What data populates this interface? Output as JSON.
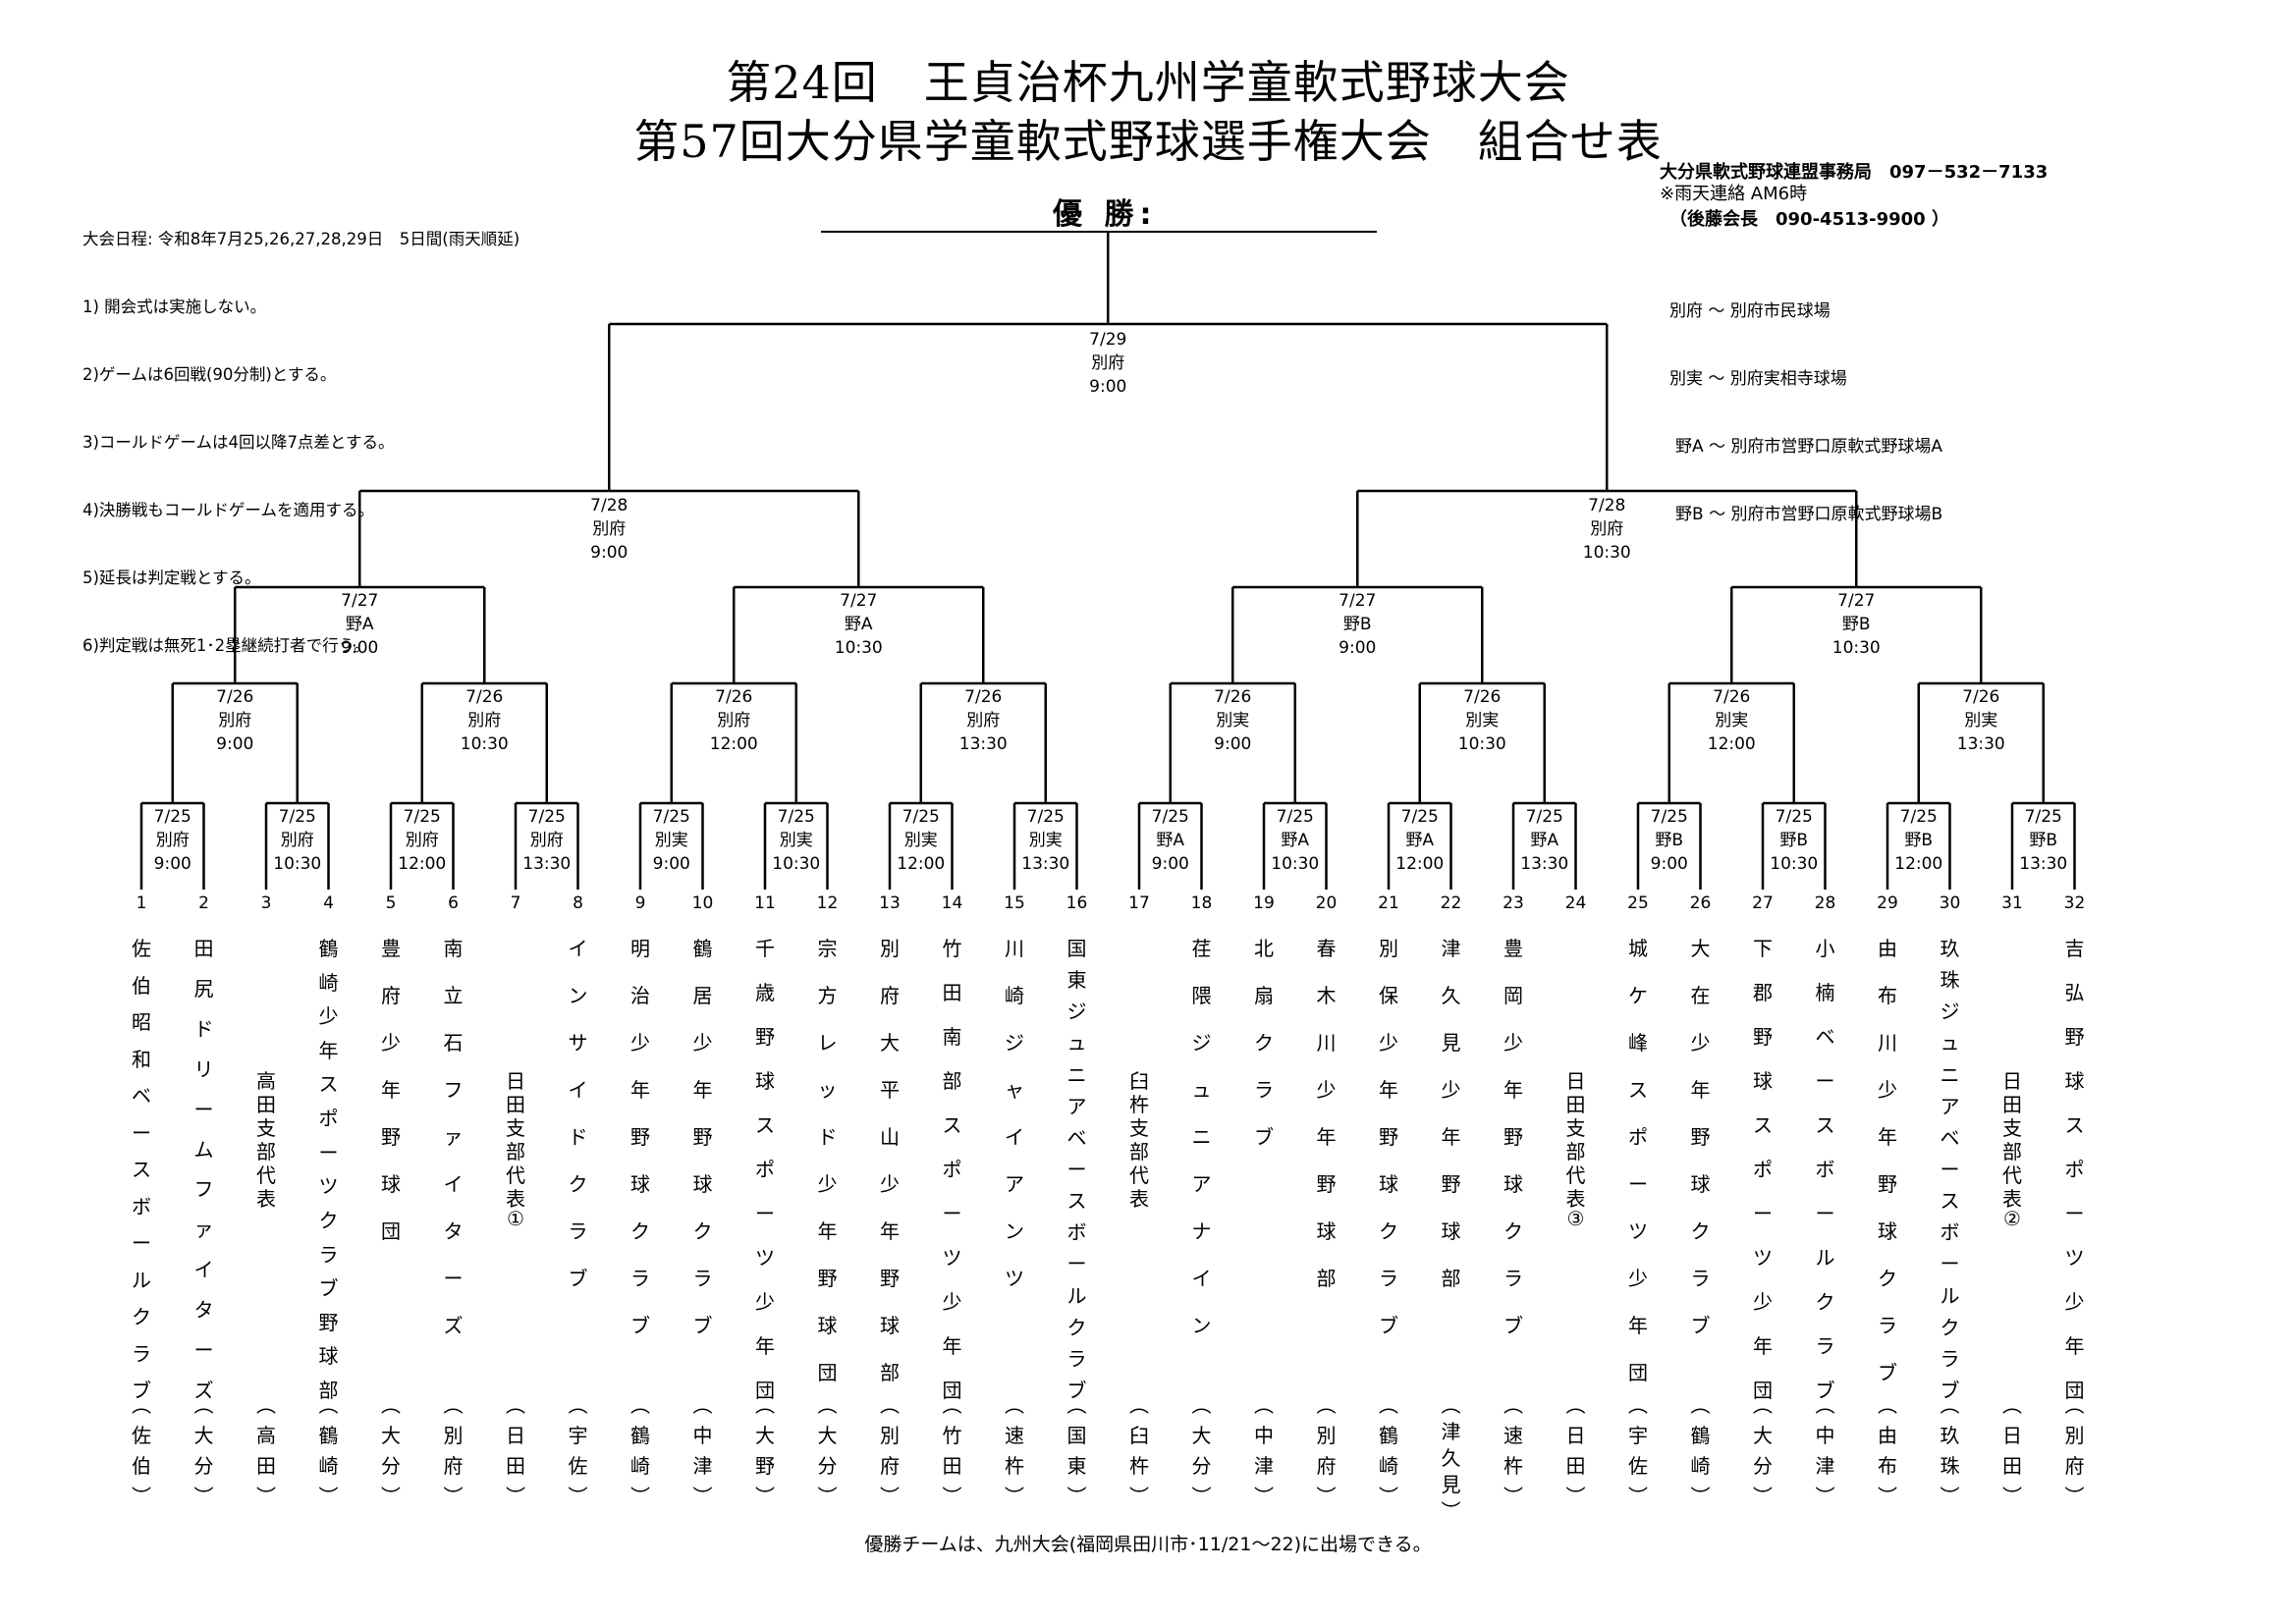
{
  "title": {
    "line1": "第24回　王貞治杯九州学童軟式野球大会",
    "line2": "第57回大分県学童軟式野球選手権大会　組合せ表"
  },
  "rules": [
    "大会日程: 令和8年7月25,26,27,28,29日　5日間(雨天順延)",
    "1) 開会式は実施しない。",
    "2)ゲームは6回戦(90分制)とする。",
    "3)コールドゲームは4回以降7点差とする。",
    "4)決勝戦もコールドゲームを適用する。",
    "5)延長は判定戦とする。",
    "6)判定戦は無死1･2塁継続打者で行う。"
  ],
  "contact": {
    "office": "大分県軟式野球連盟事務局　097－532－7133",
    "rain": "※雨天連絡 AM6時",
    "person": "（後藤会長　090-4513-9900 ）"
  },
  "venues": [
    "別府 ～ 別府市民球場",
    "別実 ～ 別府実相寺球場",
    "野A ～ 別府市営野口原軟式野球場A",
    "野B ～ 別府市営野口原軟式野球場B"
  ],
  "winner_label": "優 勝:",
  "footer": "優勝チームは、九州大会(福岡県田川市･11/21～22)に出場できる。",
  "round1": [
    {
      "date": "7/25",
      "venue": "別府",
      "time": "9:00"
    },
    {
      "date": "7/25",
      "venue": "別府",
      "time": "10:30"
    },
    {
      "date": "7/25",
      "venue": "別府",
      "time": "12:00"
    },
    {
      "date": "7/25",
      "venue": "別府",
      "time": "13:30"
    },
    {
      "date": "7/25",
      "venue": "別実",
      "time": "9:00"
    },
    {
      "date": "7/25",
      "venue": "別実",
      "time": "10:30"
    },
    {
      "date": "7/25",
      "venue": "別実",
      "time": "12:00"
    },
    {
      "date": "7/25",
      "venue": "別実",
      "time": "13:30"
    },
    {
      "date": "7/25",
      "venue": "野A",
      "time": "9:00"
    },
    {
      "date": "7/25",
      "venue": "野A",
      "time": "10:30"
    },
    {
      "date": "7/25",
      "venue": "野A",
      "time": "12:00"
    },
    {
      "date": "7/25",
      "venue": "野A",
      "time": "13:30"
    },
    {
      "date": "7/25",
      "venue": "野B",
      "time": "9:00"
    },
    {
      "date": "7/25",
      "venue": "野B",
      "time": "10:30"
    },
    {
      "date": "7/25",
      "venue": "野B",
      "time": "12:00"
    },
    {
      "date": "7/25",
      "venue": "野B",
      "time": "13:30"
    }
  ],
  "round2": [
    {
      "date": "7/26",
      "venue": "別府",
      "time": "9:00"
    },
    {
      "date": "7/26",
      "venue": "別府",
      "time": "10:30"
    },
    {
      "date": "7/26",
      "venue": "別府",
      "time": "12:00"
    },
    {
      "date": "7/26",
      "venue": "別府",
      "time": "13:30"
    },
    {
      "date": "7/26",
      "venue": "別実",
      "time": "9:00"
    },
    {
      "date": "7/26",
      "venue": "別実",
      "time": "10:30"
    },
    {
      "date": "7/26",
      "venue": "別実",
      "time": "12:00"
    },
    {
      "date": "7/26",
      "venue": "別実",
      "time": "13:30"
    }
  ],
  "round3": [
    {
      "date": "7/27",
      "venue": "野A",
      "time": "9:00"
    },
    {
      "date": "7/27",
      "venue": "野A",
      "time": "10:30"
    },
    {
      "date": "7/27",
      "venue": "野B",
      "time": "9:00"
    },
    {
      "date": "7/27",
      "venue": "野B",
      "time": "10:30"
    }
  ],
  "round4": [
    {
      "date": "7/28",
      "venue": "別府",
      "time": "9:00"
    },
    {
      "date": "7/28",
      "venue": "別府",
      "time": "10:30"
    }
  ],
  "final": {
    "date": "7/29",
    "venue": "別府",
    "time": "9:00"
  },
  "teams": [
    {
      "seat": "1",
      "name": "佐伯昭和ベースボールクラブ",
      "area": "佐伯"
    },
    {
      "seat": "2",
      "name": "田尻ドリームファイターズ",
      "area": "大分"
    },
    {
      "seat": "3",
      "name": "高田支部代表",
      "area": "高田"
    },
    {
      "seat": "4",
      "name": "鶴崎少年スポーツクラブ野球部",
      "area": "鶴崎"
    },
    {
      "seat": "5",
      "name": "豊府少年野球団",
      "area": "大分"
    },
    {
      "seat": "6",
      "name": "南立石ファイターズ",
      "area": "別府"
    },
    {
      "seat": "7",
      "name": "日田支部代表①",
      "area": "日田"
    },
    {
      "seat": "8",
      "name": "インサイドクラブ",
      "area": "宇佐"
    },
    {
      "seat": "9",
      "name": "明治少年野球クラブ",
      "area": "鶴崎"
    },
    {
      "seat": "10",
      "name": "鶴居少年野球クラブ",
      "area": "中津"
    },
    {
      "seat": "11",
      "name": "千歳野球スポーツ少年団",
      "area": "大野"
    },
    {
      "seat": "12",
      "name": "宗方レッド少年野球団",
      "area": "大分"
    },
    {
      "seat": "13",
      "name": "別府大平山少年野球部",
      "area": "別府"
    },
    {
      "seat": "14",
      "name": "竹田南部スポーツ少年団",
      "area": "竹田"
    },
    {
      "seat": "15",
      "name": "川崎ジャイアンツ",
      "area": "速杵"
    },
    {
      "seat": "16",
      "name": "国東ジュニアベースボールクラブ",
      "area": "国東"
    },
    {
      "seat": "17",
      "name": "臼杵支部代表",
      "area": "臼杵"
    },
    {
      "seat": "18",
      "name": "荏隈ジュニアナイン",
      "area": "大分"
    },
    {
      "seat": "19",
      "name": "北扇クラブ",
      "area": "中津"
    },
    {
      "seat": "20",
      "name": "春木川少年野球部",
      "area": "別府"
    },
    {
      "seat": "21",
      "name": "別保少年野球クラブ",
      "area": "鶴崎"
    },
    {
      "seat": "22",
      "name": "津久見少年野球部",
      "area": "津久見"
    },
    {
      "seat": "23",
      "name": "豊岡少年野球クラブ",
      "area": "速杵"
    },
    {
      "seat": "24",
      "name": "日田支部代表③",
      "area": "日田"
    },
    {
      "seat": "25",
      "name": "城ケ峰スポーツ少年団",
      "area": "宇佐"
    },
    {
      "seat": "26",
      "name": "大在少年野球クラブ",
      "area": "鶴崎"
    },
    {
      "seat": "27",
      "name": "下郡野球スポーツ少年団",
      "area": "大分"
    },
    {
      "seat": "28",
      "name": "小楠ベースボールクラブ",
      "area": "中津"
    },
    {
      "seat": "29",
      "name": "由布川少年野球クラブ",
      "area": "由布"
    },
    {
      "seat": "30",
      "name": "玖珠ジュニアベースボールクラブ",
      "area": "玖珠"
    },
    {
      "seat": "31",
      "name": "日田支部代表②",
      "area": "日田"
    },
    {
      "seat": "32",
      "name": "吉弘野球スポーツ少年団",
      "area": "別府"
    }
  ]
}
